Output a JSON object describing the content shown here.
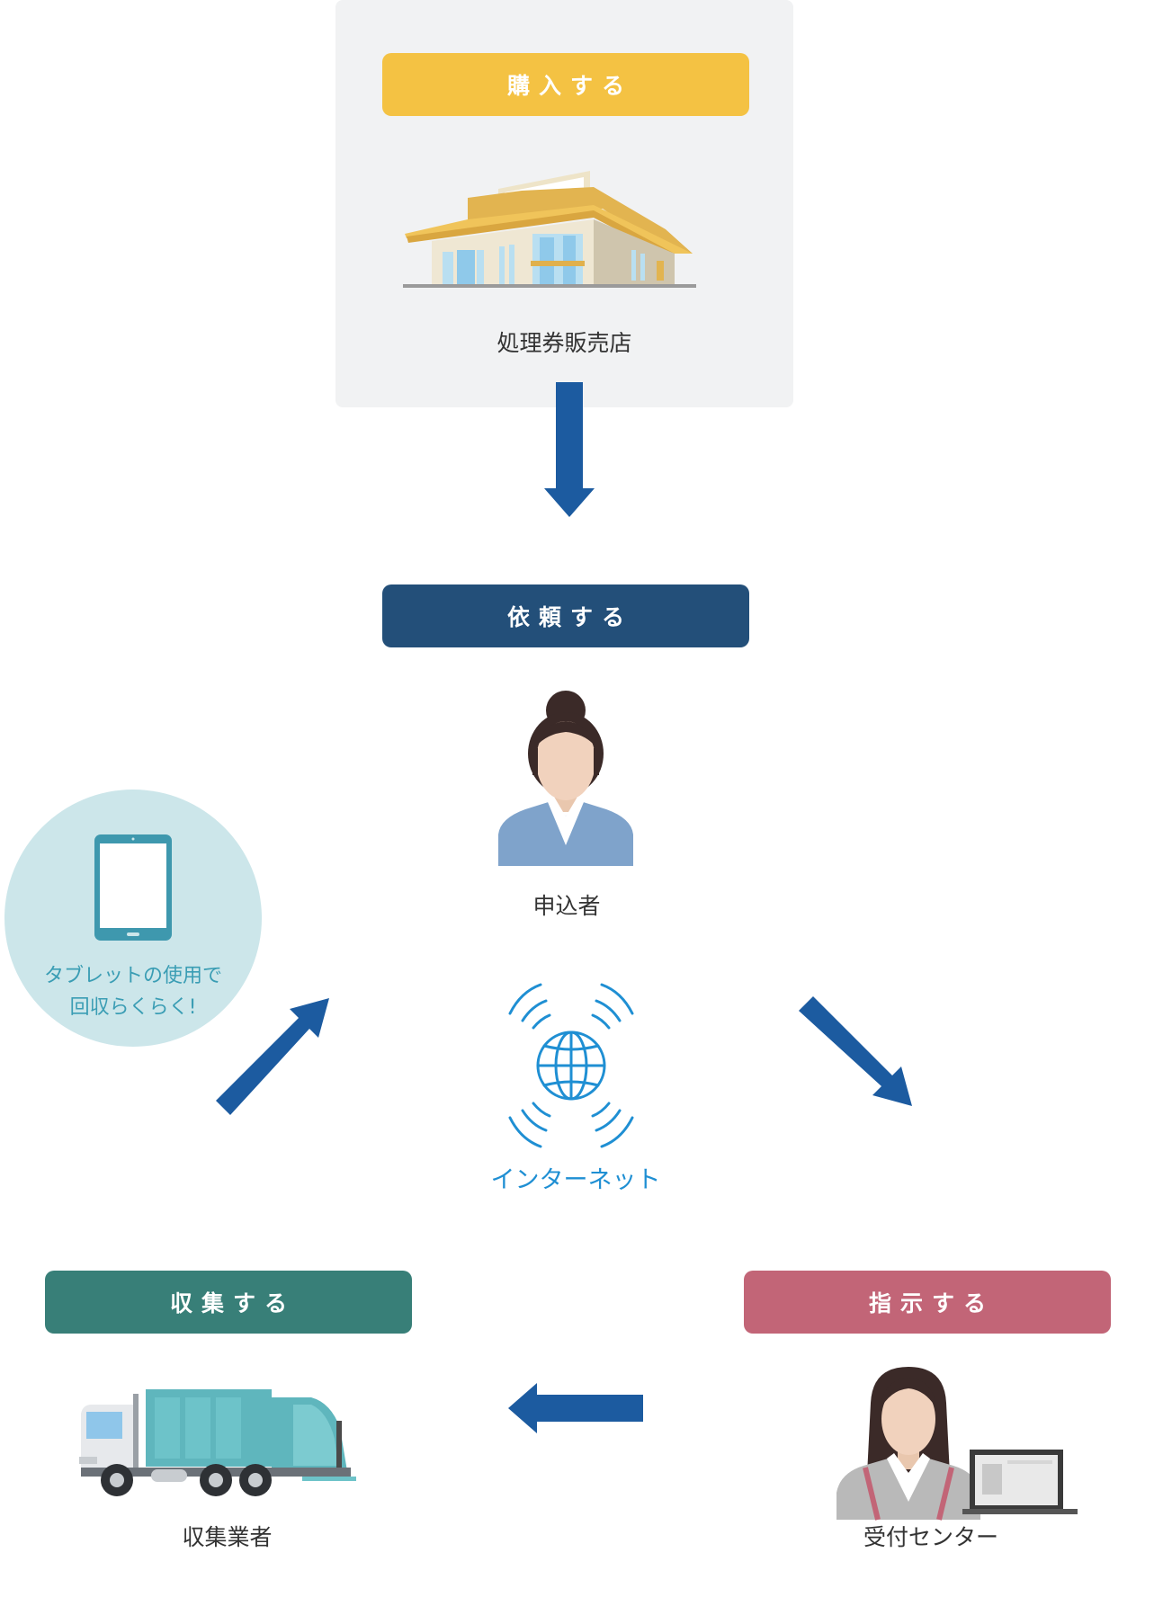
{
  "purchase": {
    "label": "購入する",
    "caption": "処理券販売店"
  },
  "request": {
    "label": "依頼する",
    "caption": "申込者"
  },
  "collect": {
    "label": "収集する",
    "caption": "収集業者"
  },
  "instruct": {
    "label": "指示する",
    "caption": "受付センター"
  },
  "internet": {
    "label": "インターネット"
  },
  "tablet": {
    "line1": "タブレットの使用で",
    "line2": "回収らくらく!"
  },
  "colors": {
    "purchase": "#f4c243",
    "request": "#234f79",
    "collect": "#387f78",
    "instruct": "#c26577",
    "arrow": "#1c5ba0",
    "internet": "#1f8fd3",
    "panel": "#f1f2f3",
    "tablet_circle": "#cce6ea",
    "tablet_icon": "#3e98ae"
  }
}
